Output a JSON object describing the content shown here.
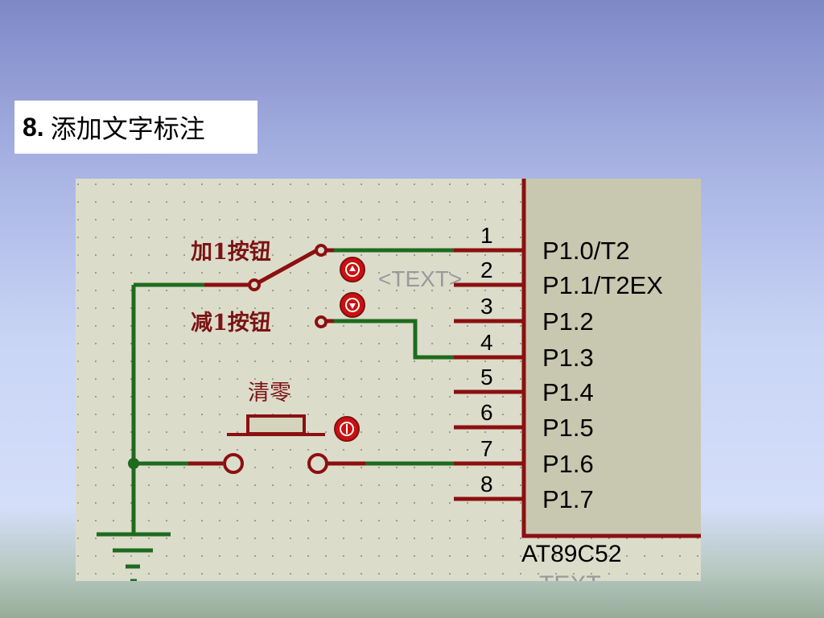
{
  "slide": {
    "number": "8.",
    "title": "添加文字标注"
  },
  "schematic": {
    "labels": {
      "add_button": "加1按钮",
      "sub_button": "减1按钮",
      "clear_button": "清零",
      "text_placeholder": "<TEXT>",
      "chip_name": "AT89C52",
      "chip_text_cut": "TEXT"
    },
    "pins": [
      {
        "num": "1",
        "name": "P1.0/T2"
      },
      {
        "num": "2",
        "name": "P1.1/T2EX"
      },
      {
        "num": "3",
        "name": "P1.2"
      },
      {
        "num": "4",
        "name": "P1.3"
      },
      {
        "num": "5",
        "name": "P1.4"
      },
      {
        "num": "6",
        "name": "P1.5"
      },
      {
        "num": "7",
        "name": "P1.6"
      },
      {
        "num": "8",
        "name": "P1.7"
      }
    ],
    "colors": {
      "background": "#dcdccb",
      "wire": "#1e6b1e",
      "component": "#8b1010",
      "label": "#7a1414",
      "chip_fill": "#c8c8b0",
      "probe": "#cc1010",
      "pin_text": "#000000",
      "placeholder_text": "#9a9a9a"
    }
  }
}
